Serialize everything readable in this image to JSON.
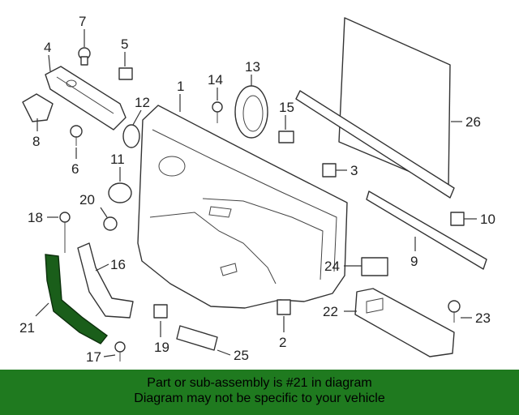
{
  "callouts": {
    "c1": "1",
    "c2": "2",
    "c3": "3",
    "c4": "4",
    "c5": "5",
    "c6": "6",
    "c7": "7",
    "c8": "8",
    "c9": "9",
    "c10": "10",
    "c11": "11",
    "c12": "12",
    "c13": "13",
    "c14": "14",
    "c15": "15",
    "c16": "16",
    "c17": "17",
    "c18": "18",
    "c19": "19",
    "c20": "20",
    "c21": "21",
    "c22": "22",
    "c23": "23",
    "c24": "24",
    "c25": "25",
    "c26": "26"
  },
  "banner": {
    "line1": "Part or sub-assembly is #21 in diagram",
    "line2": "Diagram may not be specific to your vehicle"
  },
  "colors": {
    "highlight": "#1a5e1a",
    "banner": "#1f7a1f"
  }
}
